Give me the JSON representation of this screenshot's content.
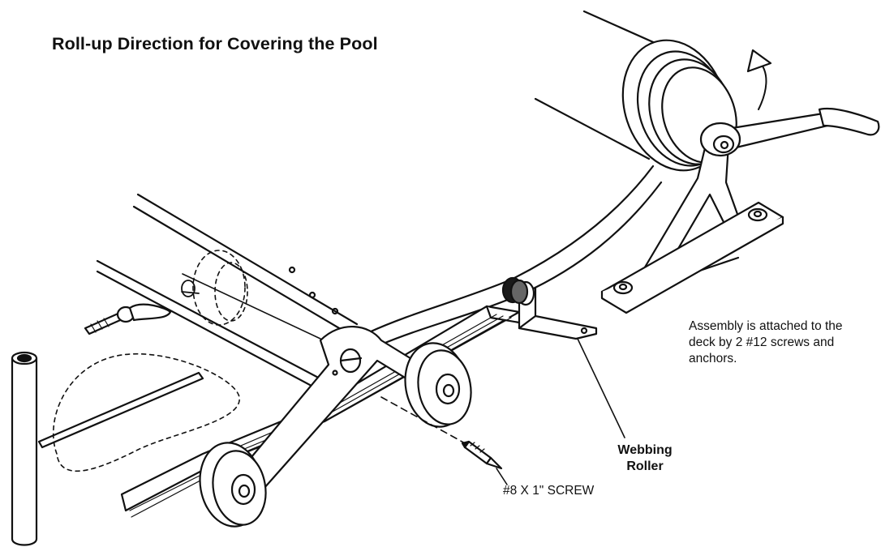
{
  "title": "Roll-up Direction for Covering the Pool",
  "assembly_note": {
    "line1": "Assembly is attached to the",
    "line2": "deck by 2 #12 screws and",
    "line3": "anchors."
  },
  "webbing_roller": {
    "line1": "Webbing",
    "line2": "Roller"
  },
  "screw_label": "#8 X 1\" SCREW",
  "colors": {
    "line": "#111111",
    "fill": "#ffffff",
    "shade": "#dcdcdc",
    "dark_band": "#1a1a1a"
  }
}
